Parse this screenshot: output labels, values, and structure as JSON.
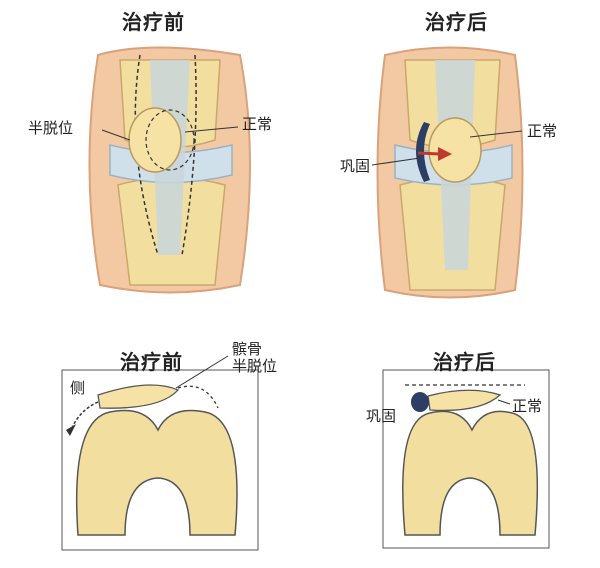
{
  "panels": {
    "top_left": {
      "title": "治疗前",
      "label_left": "半脱位",
      "label_right": "正常"
    },
    "top_right": {
      "title": "治疗后",
      "label_left": "巩固",
      "label_right": "正常"
    },
    "bottom_left": {
      "title": "治疗前",
      "label_top_1": "髌骨",
      "label_top_2": "半脱位",
      "label_side": "侧"
    },
    "bottom_right": {
      "title": "治疗后",
      "label_left": "巩固",
      "label_right": "正常"
    }
  },
  "colors": {
    "skin": "#f3c9a3",
    "bone": "#f2dfa0",
    "cartilage": "#cfe0ea",
    "tendon": "#c9d6dc",
    "patella": "#f6e2a5",
    "arrow": "#c0392b",
    "stabilizer": "#2c3e63",
    "outline": "#555555"
  }
}
